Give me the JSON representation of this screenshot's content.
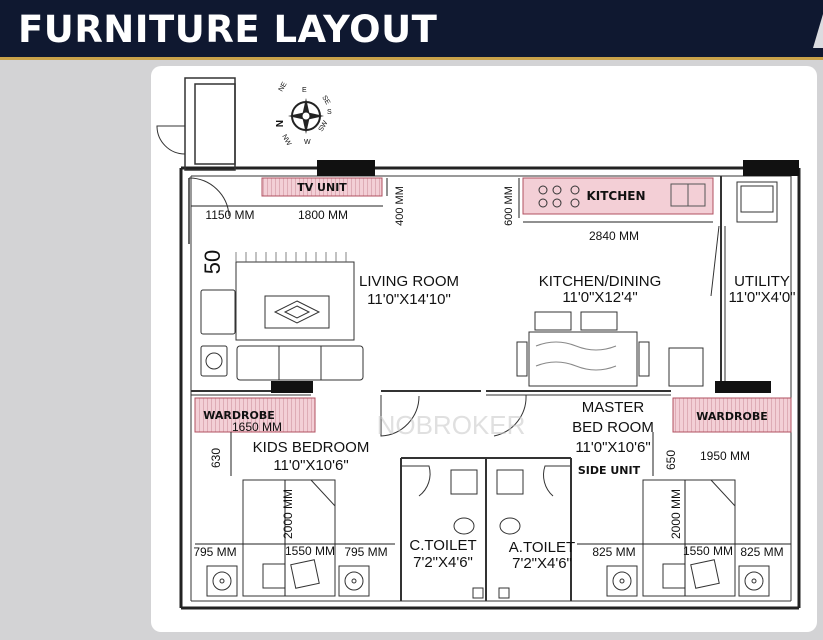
{
  "header": {
    "title": "FURNITURE LAYOUT",
    "background_color": "#0f1830",
    "accent_color": "#c9a24a"
  },
  "compass": {
    "labels": [
      "SE",
      "S",
      "SW",
      "W",
      "NW",
      "N",
      "NE",
      "E"
    ]
  },
  "watermark": {
    "text": "NOBROKER"
  },
  "rooms": {
    "living": {
      "name": "LIVING ROOM",
      "size": "11'0\"X14'10\""
    },
    "kitchen_dining": {
      "name": "KITCHEN/DINING",
      "size": "11'0\"X12'4\""
    },
    "utility": {
      "name": "UTILITY",
      "size": "11'0\"X4'0\""
    },
    "master": {
      "name_line1": "MASTER",
      "name_line2": "BED ROOM",
      "size": "11'0\"X10'6\""
    },
    "kids": {
      "name": "KIDS BEDROOM",
      "size": "11'0\"X10'6\""
    },
    "c_toilet": {
      "name": "C.TOILET",
      "size": "7'2\"X4'6\""
    },
    "a_toilet": {
      "name": "A.TOILET",
      "size": "7'2\"X4'6\""
    }
  },
  "fixtures": {
    "tv_unit": "TV UNIT",
    "kitchen": "KITCHEN",
    "wardrobe_kids": "WARDROBE",
    "wardrobe_master": "WARDROBE",
    "side_unit": "SIDE UNIT",
    "fixture_color": "#f3cfd6",
    "fixture_border": "#b05060"
  },
  "dimensions": {
    "entry_width": "1150 MM",
    "tv_length": "1800 MM",
    "tv_depth": "400 MM",
    "kitchen_depth": "600 MM",
    "kitchen_length": "2840 MM",
    "wall_number": "50",
    "kids_wardrobe": "1650 MM",
    "kids_side_630": "630",
    "kids_bed_length": "2000 MM",
    "kids_left": "795 MM",
    "kids_bed_width": "1550 MM",
    "kids_right": "795 MM",
    "master_wardrobe": "1950 MM",
    "master_side_650": "650",
    "master_bed_length": "2000 MM",
    "master_left": "825 MM",
    "master_bed_width": "1550 MM",
    "master_right": "825 MM"
  }
}
